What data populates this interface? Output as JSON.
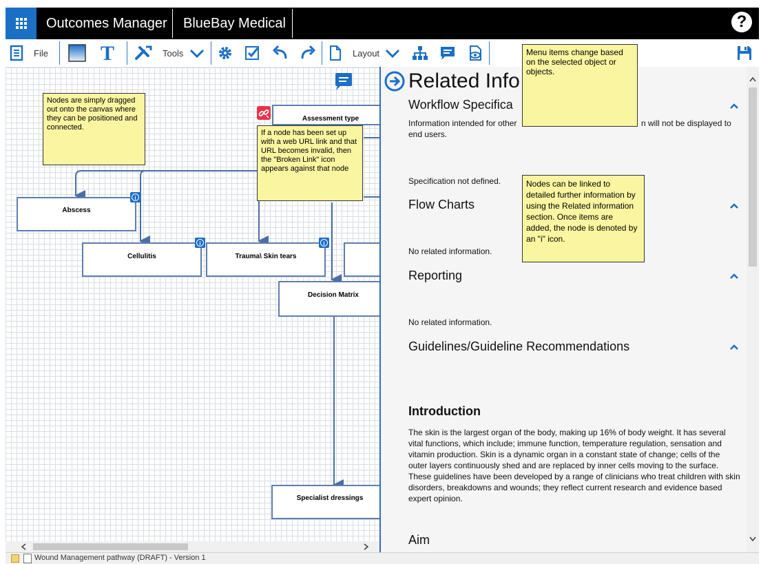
{
  "header": {
    "app_title": "Outcomes Manager",
    "org_name": "BlueBay Medical",
    "help_label": "?"
  },
  "toolbar": {
    "file_label": "File",
    "tools_label": "Tools",
    "layout_label": "Layout"
  },
  "canvas": {
    "nodes": {
      "assessment": "Assessment type",
      "abscess": "Abscess",
      "cellulitis": "Cellulitis",
      "trauma": "Trauma\\ Skin tears",
      "decision": "Decision Matrix",
      "specialist": "Specialist dressings"
    },
    "notes": {
      "drag": "Nodes are simply dragged out onto the canvas where they can be positioned and connected.",
      "broken_link": "If a node has been set up with a web URL link and that URL becomes invalid, then the \"Broken Link\" icon appears against that node",
      "menu": "Menu items change based on the selected object or objects.",
      "related": "Nodes can be linked to detailed further information by using the Related information section. Once items are added, the node is denoted by an \"i\" icon."
    }
  },
  "panel": {
    "title": "Related Info",
    "workflow_title": "Workflow Specifica",
    "workflow_info": "Information intended for other ... n will not be displayed to end users.",
    "workflow_info_a": "Information intended for other",
    "workflow_info_b": "n will not be displayed to",
    "workflow_info_c": "end users.",
    "spec_status": "Specification not defined.",
    "flow_title": "Flow Charts",
    "flow_text": "No related information.",
    "reporting_title": "Reporting",
    "reporting_text": "No related information.",
    "guidelines_title": "Guidelines/Guideline Recommendations",
    "intro_heading": "Introduction",
    "intro_text": "The skin is the largest organ of the body, making up 16% of body weight. It has several vital functions, which include; immune function, temperature regulation, sensation and vitamin production. Skin is a dynamic organ in a constant state of change; cells of the outer layers continuously shed and are replaced by inner cells moving to the surface. These guidelines have been developed by a range of clinicians who treat children with skin disorders, breakdowns and wounds; they reflect current research and evidence based expert opinion.",
    "aim_heading": "Aim"
  },
  "status": {
    "document": "Wound Management pathway (DRAFT) - Version 1"
  },
  "colors": {
    "accent": "#1b6fc5",
    "note_fill": "#faf5a0",
    "connector": "#4a6fa5",
    "broken_link": "#e8334a"
  }
}
